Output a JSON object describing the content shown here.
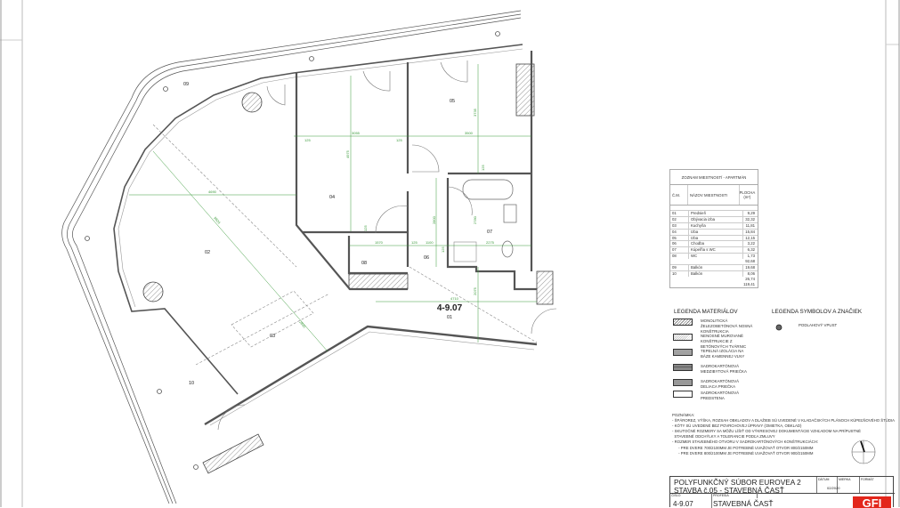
{
  "plan": {
    "unit_label": "4-9.07",
    "rooms": [
      {
        "id": "01"
      },
      {
        "id": "02"
      },
      {
        "id": "03"
      },
      {
        "id": "04"
      },
      {
        "id": "05"
      },
      {
        "id": "06"
      },
      {
        "id": "07"
      },
      {
        "id": "08"
      },
      {
        "id": "09"
      },
      {
        "id": "10"
      }
    ],
    "dimensions": [
      "3055",
      "3500",
      "125",
      "125",
      "4975",
      "3735",
      "4690",
      "9820",
      "2835",
      "1570",
      "125",
      "1100",
      "2275",
      "4710",
      "2075",
      "2800",
      "2780",
      "125",
      "125",
      "125"
    ],
    "colors": {
      "dimension": "#3a9a3a",
      "wall": "#555555",
      "hatch": "#888888"
    }
  },
  "room_table": {
    "title": "ZOZNAM MIESTNOSTÍ - APARTMÁN",
    "headers": [
      "Č.M.",
      "NÁZOV MIESTNOSTI",
      "PLOCHA (m²)"
    ],
    "rows": [
      [
        "01",
        "Predsieň",
        "9,29"
      ],
      [
        "02",
        "Obývacia izba",
        "32,32"
      ],
      [
        "03",
        "Kuchyňa",
        "11,81"
      ],
      [
        "04",
        "Izba",
        "15,84"
      ],
      [
        "05",
        "Izba",
        "12,15"
      ],
      [
        "06",
        "Chodba",
        "3,22"
      ],
      [
        "07",
        "Kúpeľňa s WC",
        "6,32"
      ],
      [
        "08",
        "WC",
        "1,73"
      ]
    ],
    "subtotal_interior": "92,68",
    "balcony_rows": [
      [
        "09",
        "Balkón",
        "19,68"
      ],
      [
        "10",
        "Balkón",
        "8,06"
      ]
    ],
    "subtotal_balcony": "26,74",
    "total": "119,41"
  },
  "legend_materials": {
    "title": "LEGENDA MATERIÁLOV",
    "items": [
      {
        "label": "MONOLITICKÁ ŽELEZOBETÓNOVÁ NOSNÁ KONŠTRUKCIA",
        "swatch": "hatch-dense"
      },
      {
        "label": "NENOSNÉ MUROVANÉ KONŠTRUKCIE Z BETÓNOVÝCH TVÁRNIC",
        "swatch": "hatch-light"
      },
      {
        "label": "TEPELNÁ IZOLÁCIA NA BÁZE KAMENNEJ VLNY",
        "swatch": "dots"
      },
      {
        "label": "SADROKARTÓNOVÁ MEDZIBYTOVÁ PRIEČKA",
        "swatch": "double-line"
      },
      {
        "label": "SADROKARTÓNOVÁ DELIACA PRIEČKA",
        "swatch": "gray-fill"
      },
      {
        "label": "SADROKARTÓNOVÁ PREDSTENA",
        "swatch": "empty"
      }
    ]
  },
  "legend_symbols": {
    "title": "LEGENDA SYMBOLOV A ZNAČIEK",
    "items": [
      {
        "label": "PODLAHOVÝ VPUST",
        "icon": "floor-drain-icon"
      }
    ]
  },
  "notes": {
    "title": "POZNÁMKA:",
    "lines": [
      "- ŠPÁROREZ, VÝŠKA, ROZSAH OBKLADOV A DLAŽIEB SÚ UVEDENÉ V KLADAČSKÝCH PLÁNOCH KÚPEĽŇOVÉHO ŠTÚDIA",
      "- KÓTY SÚ UVEDENÉ BEZ POVRCHOVEJ ÚPRAVY (OMIETKA, OBKLAD)",
      "- SKUTOČNÉ ROZMERY SA MÔŽU LÍŠIŤ OD VÝKRESOVEJ DOKUMENTÁCIE VZHĽADOM NA PRÍPUSTNÉ",
      "  STAVEBNÉ ODCHÝLKY A TOLERANCIE PODĽA ZMLUVY",
      "- ROZMER STAVEBNÉHO OTVORU V SADROKARTÓNOVÝCH KONŠTRUKCIÁCH:",
      "      - PRE DVERE 700/2100MM JE POTREBNÉ UVAŽOVAŤ OTVOR 800/2150MM",
      "      - PRE DVERE 800/2100MM JE POTREBNÉ UVAŽOVAŤ OTVOR 900/2150MM"
    ]
  },
  "title_block": {
    "project_line1": "POLYFUNKČNÝ SÚBOR EUROVEA 2",
    "project_line2": "STAVBA č.05 - STAVEBNÁ ČASŤ",
    "date_label": "DÁTUM",
    "date": "02/2020",
    "scale_label": "MIERKA",
    "format_label": "FORMÁT",
    "number_label": "ČÍSLO",
    "number": "4-9.07",
    "profession_label": "PROFESIA",
    "profession": "STAVEBNÁ ČASŤ",
    "logo": "GFI",
    "logo_color": "#e3261b"
  }
}
